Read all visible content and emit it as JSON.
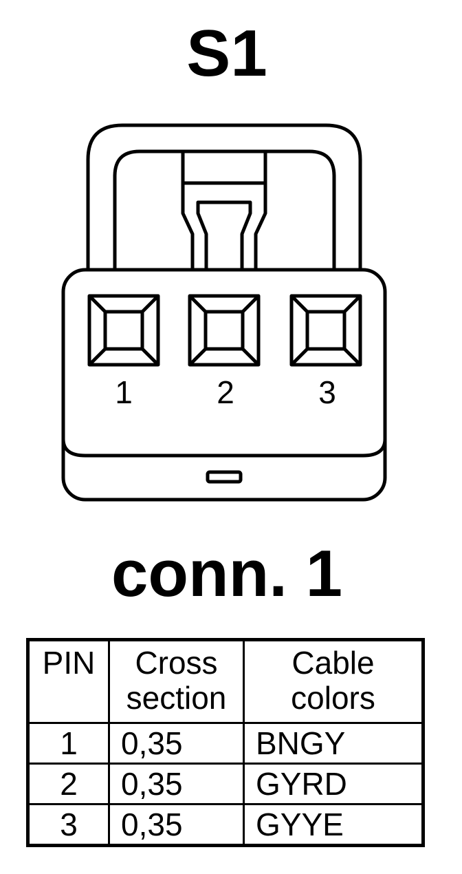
{
  "connector_label": "S1",
  "connector_name": "conn. 1",
  "pin_labels": [
    "1",
    "2",
    "3"
  ],
  "table": {
    "headers": {
      "pin": "PIN",
      "cross_line1": "Cross",
      "cross_line2": "section",
      "colors_line1": "Cable",
      "colors_line2": "colors"
    },
    "rows": [
      {
        "pin": "1",
        "cross": "0,35",
        "color": "BNGY"
      },
      {
        "pin": "2",
        "cross": "0,35",
        "color": "GYRD"
      },
      {
        "pin": "3",
        "cross": "0,35",
        "color": "GYYE"
      }
    ]
  },
  "colors": {
    "stroke": "#000000",
    "background": "#ffffff"
  }
}
